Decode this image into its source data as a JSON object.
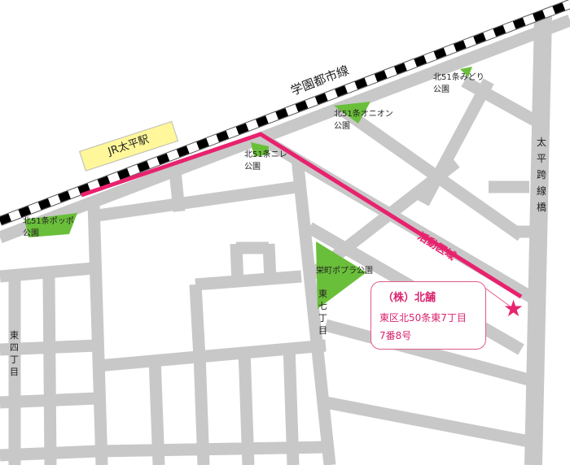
{
  "railway": {
    "name": "学園都市線",
    "station": "JR太平駅"
  },
  "route_label": "活動区域",
  "bridge": "太平跨線橋",
  "parks": [
    {
      "name": "北51条ポッポ公園"
    },
    {
      "name": "北51条ニレ公園"
    },
    {
      "name": "北51条オニオン公園"
    },
    {
      "name": "北51条みどり公園"
    },
    {
      "name": "栄町ポプラ公園"
    }
  ],
  "districts": [
    "東四丁目",
    "東七丁目"
  ],
  "company": {
    "name": "（株）北舗",
    "address_line1": "東区北50条東7丁目",
    "address_line2": "7番8号"
  },
  "colors": {
    "road": "#c8c8c8",
    "park": "#6abf3a",
    "route": "#e8226e",
    "station": "#fff79a"
  }
}
